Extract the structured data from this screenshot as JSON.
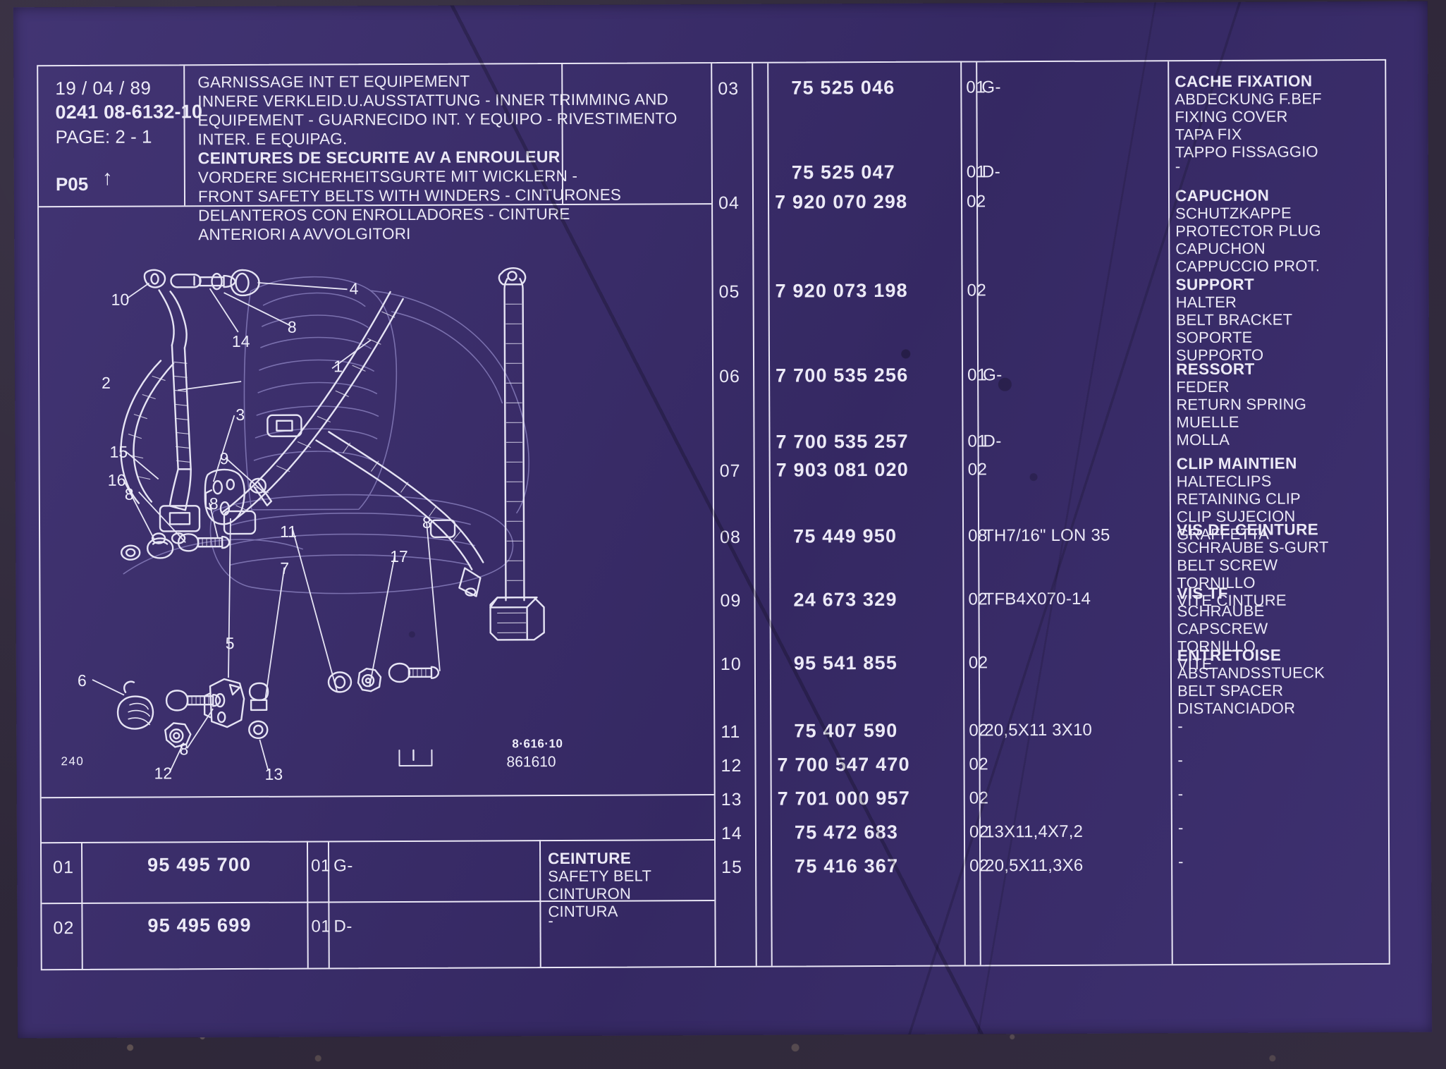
{
  "document": {
    "date": "19 / 04 / 89",
    "reference": "0241 08-6132-10",
    "page": "PAGE: 2 - 1",
    "plate_code": "P05",
    "plate_arrow": "↑"
  },
  "title_block": {
    "lines": [
      "GARNISSAGE INT ET EQUIPEMENT",
      "INNERE VERKLEID.U.AUSSTATTUNG - INNER TRIMMING AND",
      "EQUIPEMENT - GUARNECIDO INT. Y EQUIPO - RIVESTIMENTO",
      "INTER. E EQUIPAG."
    ],
    "heading": "CEINTURES DE SECURITE AV A ENROULEUR",
    "subtitle_lines": [
      "VORDERE SICHERHEITSGURTE MIT WICKLERN -",
      "FRONT SAFETY BELTS WITH WINDERS - CINTURONES",
      "DELANTEROS CON ENROLLADORES - CINTURE",
      "ANTERIORI A AVVOLGITORI"
    ]
  },
  "drawing": {
    "callouts": [
      "1",
      "2",
      "3",
      "4",
      "5",
      "6",
      "7",
      "8",
      "9",
      "10",
      "11",
      "12",
      "13",
      "14",
      "15",
      "16",
      "17"
    ],
    "drawing_number": "8·616·10",
    "drawing_number_2": "861610",
    "corner_code": "240"
  },
  "left_rows": [
    {
      "index": "01",
      "part_number": "95 495 700",
      "qty": "01",
      "code": "G-",
      "description": [
        "CEINTURE",
        "SAFETY BELT",
        "CINTURON",
        "CINTURA"
      ],
      "bold_first": true
    },
    {
      "index": "02",
      "part_number": "95 495 699",
      "qty": "01",
      "code": "D-",
      "description": [
        "-"
      ],
      "bold_first": false
    }
  ],
  "right_rows": [
    {
      "index": "03",
      "part_number": "75 525 046",
      "qty": "01",
      "code": "G-",
      "spec": "",
      "description": [
        "CACHE FIXATION",
        "ABDECKUNG F.BEF",
        "FIXING COVER",
        "TAPA FIX",
        "TAPPO FISSAGGIO"
      ]
    },
    {
      "index": "",
      "part_number": "75 525 047",
      "qty": "01",
      "code": "D-",
      "spec": "",
      "description": [
        "-"
      ]
    },
    {
      "index": "04",
      "part_number": "7 920 070 298",
      "qty": "02",
      "code": "",
      "spec": "",
      "description": [
        "CAPUCHON",
        "SCHUTZKAPPE",
        "PROTECTOR PLUG",
        "CAPUCHON",
        "CAPPUCCIO PROT."
      ]
    },
    {
      "index": "05",
      "part_number": "7 920 073 198",
      "qty": "02",
      "code": "",
      "spec": "",
      "description": [
        "SUPPORT",
        "HALTER",
        "BELT BRACKET",
        "SOPORTE",
        "SUPPORTO"
      ]
    },
    {
      "index": "06",
      "part_number": "7 700 535 256",
      "qty": "01",
      "code": "G-",
      "spec": "",
      "description": [
        "RESSORT",
        "FEDER",
        "RETURN SPRING",
        "MUELLE",
        "MOLLA"
      ]
    },
    {
      "index": "",
      "part_number": "7 700 535 257",
      "qty": "01",
      "code": "D-",
      "spec": "",
      "description": [
        "-"
      ]
    },
    {
      "index": "07",
      "part_number": "7 903 081 020",
      "qty": "02",
      "code": "",
      "spec": "",
      "description": [
        "CLIP MAINTIEN",
        "HALTECLIPS",
        "RETAINING CLIP",
        "CLIP SUJECION",
        "GRAFFETTA"
      ]
    },
    {
      "index": "08",
      "part_number": "75 449 950",
      "qty": "08",
      "code": "",
      "spec": "TH7/16\" LON 35",
      "description": [
        "VIS DE CEINTURE",
        "SCHRAUBE S-GURT",
        "BELT SCREW",
        "TORNILLO",
        "VITE CINTURE"
      ]
    },
    {
      "index": "09",
      "part_number": "24 673 329",
      "qty": "02",
      "code": "",
      "spec": "TFB4X070-14",
      "description": [
        "VIS TF",
        "SCHRAUBE",
        "CAPSCREW",
        "TORNILLO",
        "VITE"
      ]
    },
    {
      "index": "10",
      "part_number": "95 541 855",
      "qty": "02",
      "code": "",
      "spec": "",
      "description": [
        "ENTRETOISE",
        "ABSTANDSSTUECK",
        "BELT SPACER",
        "DISTANCIADOR"
      ]
    },
    {
      "index": "11",
      "part_number": "75 407 590",
      "qty": "02",
      "code": "",
      "spec": "20,5X11 3X10",
      "description": [
        "-"
      ]
    },
    {
      "index": "12",
      "part_number": "7 700 547 470",
      "qty": "02",
      "code": "",
      "spec": "",
      "description": [
        "-"
      ]
    },
    {
      "index": "13",
      "part_number": "7 701 000 957",
      "qty": "02",
      "code": "",
      "spec": "",
      "description": [
        "-"
      ]
    },
    {
      "index": "14",
      "part_number": "75 472 683",
      "qty": "02",
      "code": "",
      "spec": "13X11,4X7,2",
      "description": [
        "-"
      ]
    },
    {
      "index": "15",
      "part_number": "75 416 367",
      "qty": "02",
      "code": "",
      "spec": "20,5X11,3X6",
      "description": [
        "-"
      ]
    }
  ],
  "colors": {
    "fiche_background": "#3b2d6e",
    "ink": "#eceaf7",
    "paper": "#2e2738"
  }
}
